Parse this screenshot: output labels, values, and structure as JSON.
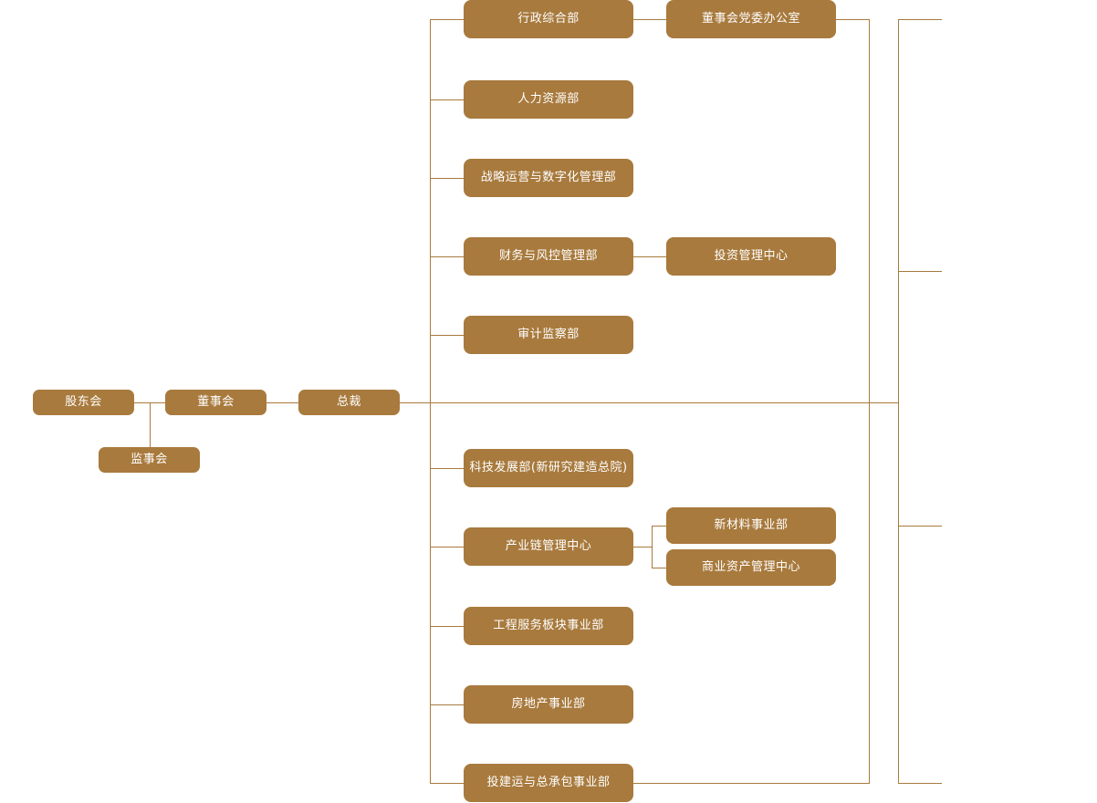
{
  "theme": {
    "node_fill": "#A87A3D",
    "node_text": "#FFFFFF",
    "connector": "#A87A3D",
    "background": "#FFFFFF"
  },
  "chart_title": "",
  "nodes": {
    "shareholders_meeting": {
      "label": "股东会"
    },
    "board_of_directors": {
      "label": "董事会"
    },
    "supervisory_board": {
      "label": "监事会"
    },
    "president": {
      "label": "总裁"
    },
    "admin_general_dept": {
      "label": "行政综合部"
    },
    "board_party_office": {
      "label": "董事会党委办公室"
    },
    "human_resources_dept": {
      "label": "人力资源部"
    },
    "strategy_digital_dept": {
      "label": "战略运营与数字化管理部"
    },
    "finance_risk_dept": {
      "label": "财务与风控管理部"
    },
    "investment_center": {
      "label": "投资管理中心"
    },
    "audit_supervision_dept": {
      "label": "审计监察部"
    },
    "tech_development_dept": {
      "label": "科技发展部(新研究建造总院)"
    },
    "industry_chain_center": {
      "label": "产业链管理中心"
    },
    "new_materials_division": {
      "label": "新材料事业部"
    },
    "commercial_asset_center": {
      "label": "商业资产管理中心"
    },
    "engineering_service_division": {
      "label": "工程服务板块事业部"
    },
    "real_estate_division": {
      "label": "房地产事业部"
    },
    "invest_build_operate_division": {
      "label": "投建运与总承包事业部"
    }
  }
}
